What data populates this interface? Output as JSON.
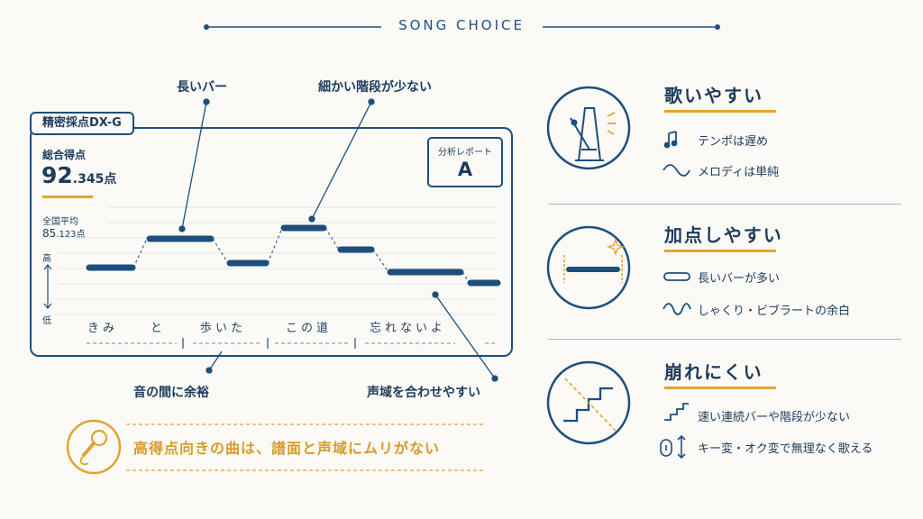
{
  "header": {
    "title": "SONG CHOICE"
  },
  "score_panel": {
    "name": "精密採点DX-G",
    "total_label": "総合得点",
    "total_main": "92",
    "total_decimal": ".345点",
    "avg_label": "全国平均",
    "avg_main": "85",
    "avg_decimal": ".123点",
    "report_label": "分析レポート",
    "report_grade": "A",
    "pitch_high": "高",
    "pitch_low": "低",
    "lyrics": [
      "きみ",
      "と",
      "歩いた",
      "この道",
      "忘れないよ"
    ]
  },
  "callouts": {
    "long_bar": "長いバー",
    "few_steps": "細かい階段が少ない",
    "gap": "音の間に余裕",
    "range": "声域を合わせやすい"
  },
  "summary": "高得点向きの曲は、譜面と声域にムリがない",
  "sections": [
    {
      "title": "歌いやすい",
      "icon": "metronome-icon",
      "points": [
        {
          "icon": "music-note-icon",
          "text": "テンポは遅め"
        },
        {
          "icon": "wave-icon",
          "text": "メロディは単純"
        }
      ]
    },
    {
      "title": "加点しやすい",
      "icon": "long-bar-icon",
      "points": [
        {
          "icon": "bar-icon",
          "text": "長いバーが多い"
        },
        {
          "icon": "vibrato-icon",
          "text": "しゃくり・ビブラートの余白"
        }
      ]
    },
    {
      "title": "崩れにくい",
      "icon": "stairs-icon",
      "points": [
        {
          "icon": "steps-icon",
          "text": "速い連続バーや階段が少ない"
        },
        {
          "icon": "key-change-icon",
          "text": "キー変・オク変で無理なく歌える"
        }
      ]
    }
  ],
  "colors": {
    "navy": "#1d4f7d",
    "accent": "#e2a330"
  }
}
